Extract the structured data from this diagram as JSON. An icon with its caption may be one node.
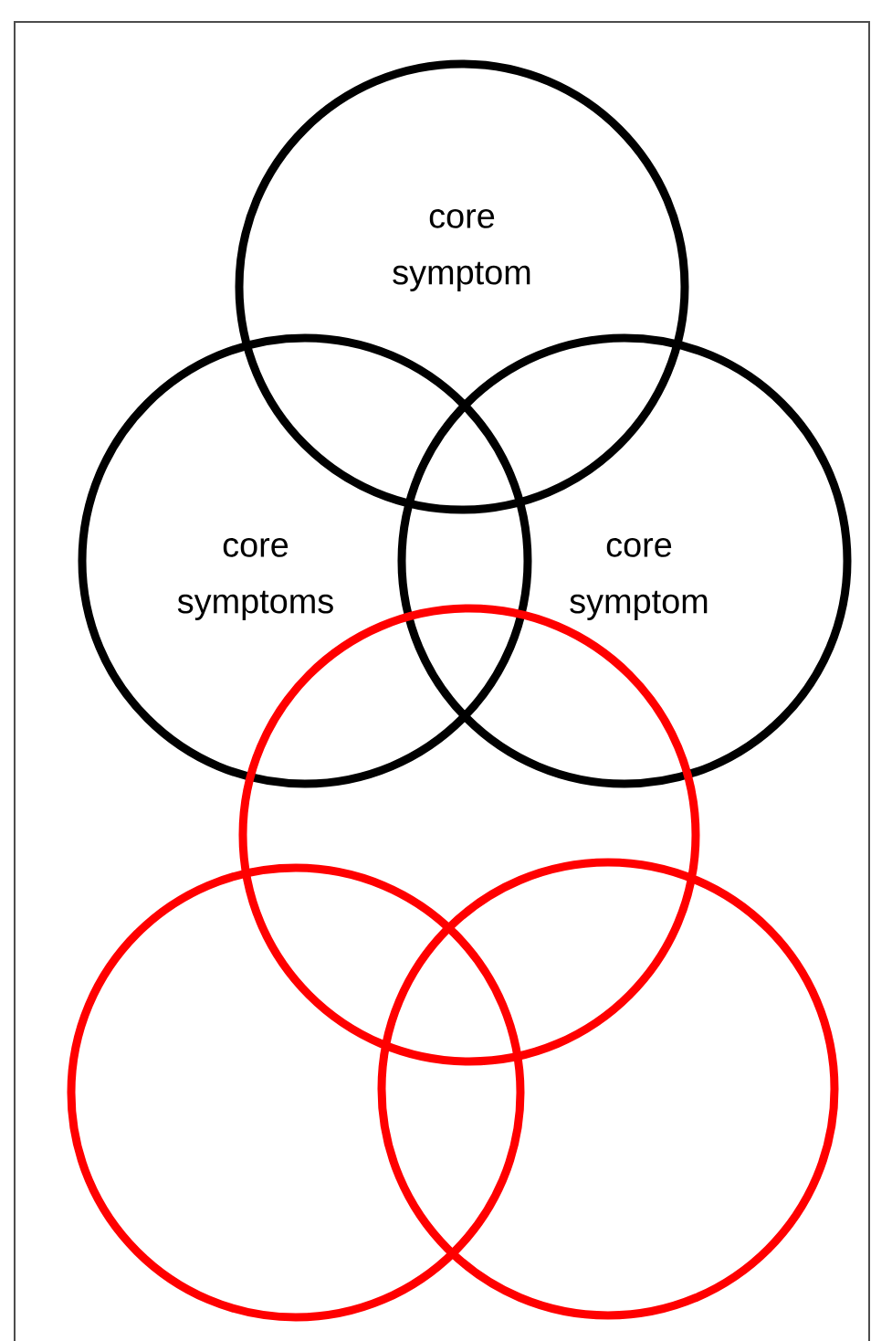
{
  "diagram": {
    "nodes": [
      {
        "text": [
          "core symptom"
        ]
      },
      {
        "text": [
          "core symptoms"
        ]
      },
      {
        "text": [
          "core symptom"
        ]
      },
      {
        "text": [],
        "shape": "circle"
      },
      {
        "text": [],
        "shape": "circle"
      },
      {
        "text": [],
        "shape": "circle"
      }
    ]
  }
}
